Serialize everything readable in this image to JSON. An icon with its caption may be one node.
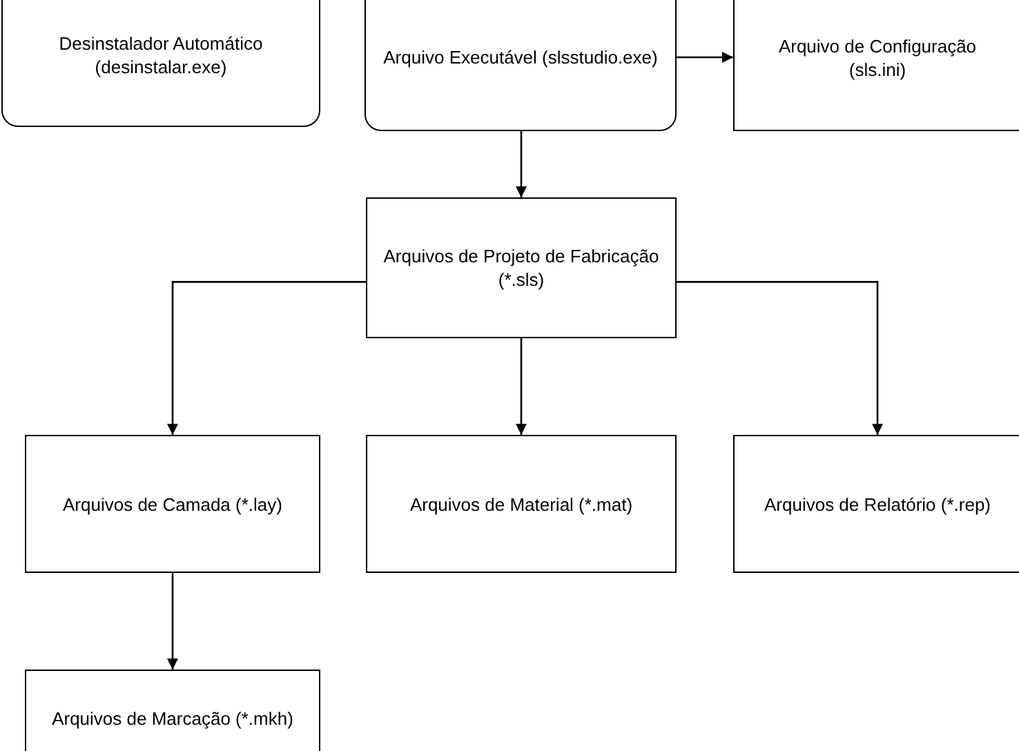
{
  "diagram": {
    "nodes": [
      {
        "text": [
          "Desinstalador Automático (desinstalar.exe)"
        ]
      },
      {
        "text": [
          "Arquivo Executável (slsstudio.exe)"
        ]
      },
      {
        "text": [
          "Arquivo de Configuração (sls.ini)"
        ]
      },
      {
        "text": [
          "Arquivos de Projeto de Fabricação (*.sls)"
        ]
      },
      {
        "text": [
          "Arquivos de Camada (*.lay)"
        ]
      },
      {
        "text": [
          "Arquivos de Material (*.mat)"
        ]
      },
      {
        "text": [
          "Arquivos de Relatório (*.rep)"
        ]
      },
      {
        "text": [
          "Arquivos de Marcação (*.mkh)"
        ]
      }
    ],
    "edges": [
      {
        "from": 1,
        "to": 2,
        "arrow": "to"
      },
      {
        "from": 1,
        "to": 3,
        "arrow": "to"
      },
      {
        "from": 3,
        "to": 4,
        "arrow": "to"
      },
      {
        "from": 3,
        "to": 5,
        "arrow": "to"
      },
      {
        "from": 3,
        "to": 6,
        "arrow": "to"
      },
      {
        "from": 4,
        "to": 7,
        "arrow": "to"
      }
    ]
  }
}
